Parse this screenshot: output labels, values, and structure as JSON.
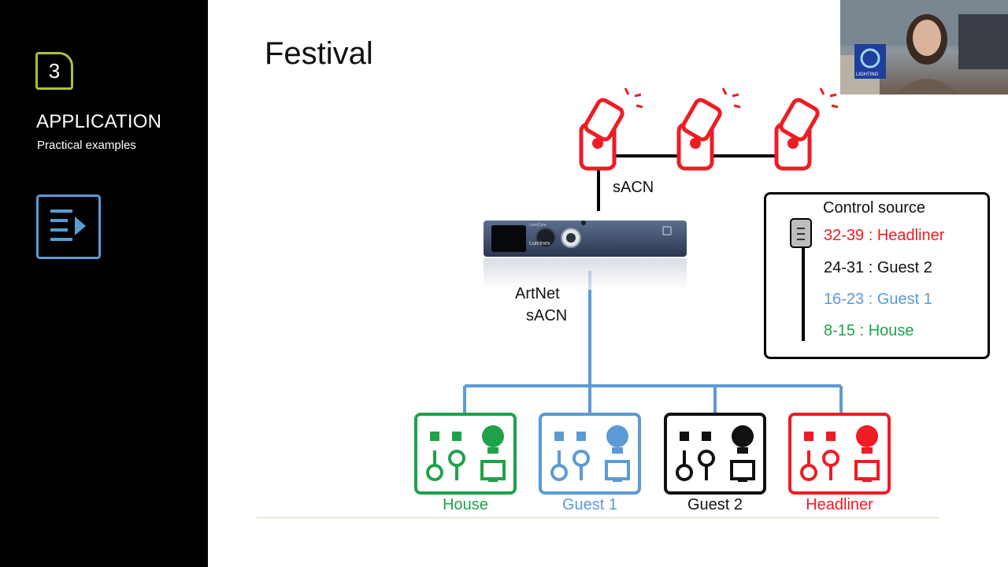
{
  "sidebar": {
    "step_number": "3",
    "section_title": "APPLICATION",
    "section_subtitle": "Practical examples"
  },
  "slide": {
    "title": "Festival"
  },
  "diagram": {
    "top_link_label": "sACN",
    "node_labels": [
      "ArtNet",
      "sACN"
    ],
    "node_brand": "Luminex",
    "node_model": "LumiCore",
    "desks": [
      {
        "label": "House",
        "color": "#1fa24a"
      },
      {
        "label": "Guest 1",
        "color": "#5b9bd5"
      },
      {
        "label": "Guest 2",
        "color": "#111111"
      },
      {
        "label": "Headliner",
        "color": "#ee1c24"
      }
    ],
    "fixture_color": "#ee1c24",
    "link_color": "#5b9bd5"
  },
  "legend": {
    "title": "Control source",
    "items": [
      {
        "text": "32-39 : Headliner",
        "color": "#ee1c24"
      },
      {
        "text": "24-31 : Guest 2",
        "color": "#111111"
      },
      {
        "text": "16-23 : Guest 1",
        "color": "#5b9bd5"
      },
      {
        "text": "8-15 : House",
        "color": "#1fa24a"
      }
    ]
  },
  "webcam": {
    "logo_word": "LIGHTING"
  }
}
